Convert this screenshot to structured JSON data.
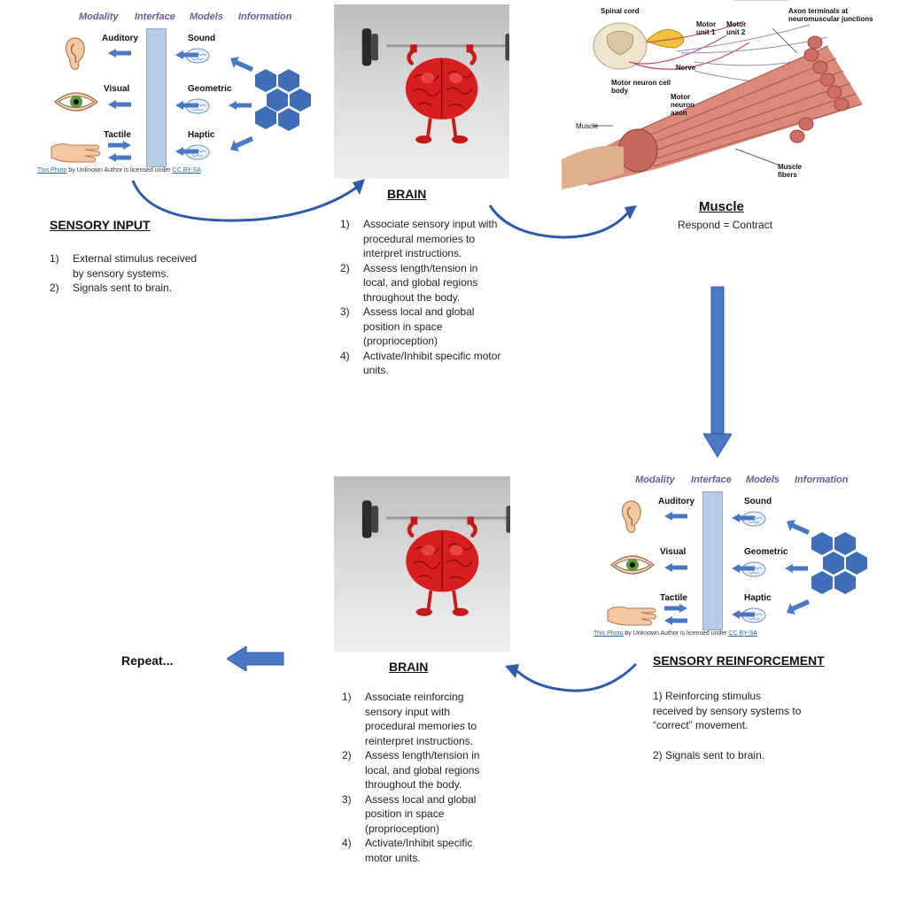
{
  "sensory_panel": {
    "headers": [
      "Modality",
      "Interface",
      "Models",
      "Information"
    ],
    "left_labels": [
      "Auditory",
      "Visual",
      "Tactile"
    ],
    "right_labels": [
      "Sound",
      "Geometric",
      "Haptic"
    ],
    "credit_link1": "This Photo",
    "credit_mid": " by Unknown Author is licensed under ",
    "credit_link2": "CC BY-SA"
  },
  "sensory_input": {
    "title": "SENSORY INPUT",
    "steps": [
      {
        "num": "1)",
        "text": "External stimulus received by sensory systems."
      },
      {
        "num": "2)",
        "text": "Signals sent to brain."
      }
    ]
  },
  "brain_top": {
    "title": "BRAIN",
    "steps": [
      {
        "num": "1)",
        "text": "Associate sensory input with procedural memories to interpret instructions."
      },
      {
        "num": "2)",
        "text": "Assess length/tension in local, and global regions throughout the body."
      },
      {
        "num": "3)",
        "text": "Assess local and global position in space (proprioception)"
      },
      {
        "num": "4)",
        "text": "Activate/Inhibit specific motor units."
      }
    ]
  },
  "muscle": {
    "title": "Muscle",
    "subtitle": "Respond = Contract",
    "labels": {
      "spinal_cord": "Spinal cord",
      "motor_unit_1": "Motor unit 1",
      "motor_unit_2": "Motor unit 2",
      "axon_terminals": "Axon terminals at neuromuscular junctions",
      "nerve": "Nerve",
      "motor_neuron_cell_body": "Motor neuron cell body",
      "motor_neuron_axon": "Motor neuron axon",
      "muscle": "Muscle",
      "muscle_fibers": "Muscle fibers"
    }
  },
  "sensory_reinforcement": {
    "title": "SENSORY REINFORCEMENT",
    "p1": "1) Reinforcing stimulus received by sensory systems to “correct” movement.",
    "p2": "2) Signals sent to brain."
  },
  "brain_bottom": {
    "title": "BRAIN",
    "steps": [
      {
        "num": "1)",
        "text": "Associate reinforcing sensory input with procedural memories to reinterpret instructions."
      },
      {
        "num": "2)",
        "text": "Assess length/tension in local, and global regions throughout the body."
      },
      {
        "num": "3)",
        "text": "Assess local and global position in space (proprioception)"
      },
      {
        "num": "4)",
        "text": "Activate/Inhibit specific motor units."
      }
    ]
  },
  "repeat": "Repeat...",
  "colors": {
    "arrow_blue": "#4a78c2",
    "arrow_dark": "#2f5aa8",
    "interface_bar": "#b8cbe6",
    "hexagon": "#3f6db8",
    "header_purple": "#6b5a96",
    "brain_red": "#d81e1e"
  }
}
